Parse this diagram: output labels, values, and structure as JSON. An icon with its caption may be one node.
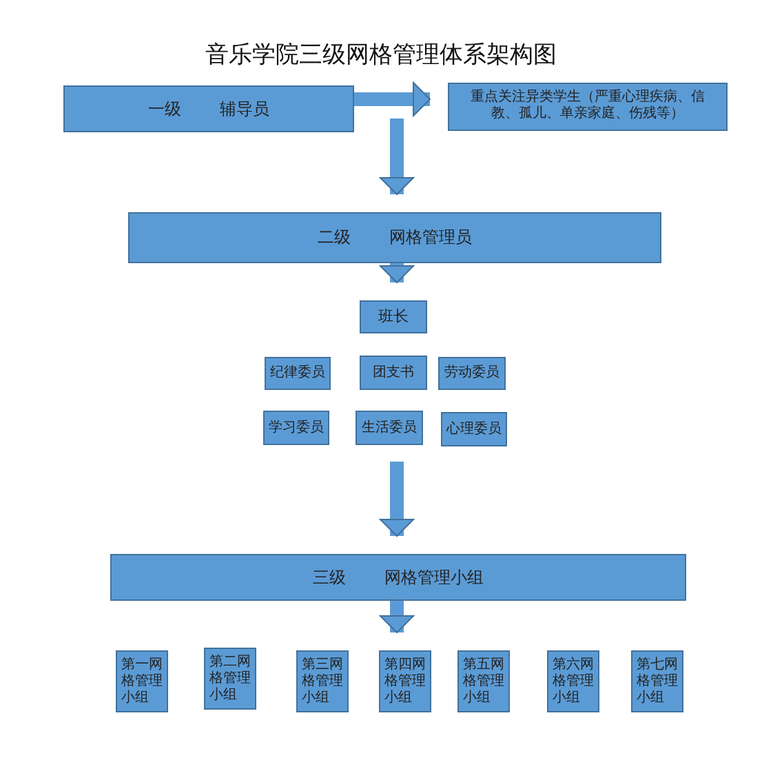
{
  "diagram": {
    "title": "音乐学院三级网格管理体系架构图",
    "nodes": [
      {
        "text": [
          "一级 辅导员"
        ]
      },
      {
        "text": [
          "重点关注异类学生（严重心理疾病、信教、孤儿、单亲家庭、伤残等）"
        ]
      },
      {
        "text": [
          "二级 网格管理员"
        ]
      },
      {
        "text": [
          "班长"
        ]
      },
      {
        "text": [
          "纪律委员"
        ]
      },
      {
        "text": [
          "团支书"
        ]
      },
      {
        "text": [
          "劳动委员"
        ]
      },
      {
        "text": [
          "学习委员"
        ]
      },
      {
        "text": [
          "生活委员"
        ]
      },
      {
        "text": [
          "心理委员"
        ]
      },
      {
        "text": [
          "三级 网格管理小组"
        ]
      },
      {
        "text": [
          "第一网格管理小组"
        ]
      },
      {
        "text": [
          "第二网格管理小组"
        ]
      },
      {
        "text": [
          "第三网格管理小组"
        ]
      },
      {
        "text": [
          "第四网格管理小组"
        ]
      },
      {
        "text": [
          "第五网格管理小组"
        ]
      },
      {
        "text": [
          "第六网格管理小组"
        ]
      },
      {
        "text": [
          "第七网格管理小组"
        ]
      }
    ],
    "edges": [
      {
        "from": 0,
        "to": 1,
        "arrow": "to"
      },
      {
        "from": null,
        "to": 2,
        "arrow": "to"
      },
      {
        "from": 2,
        "to": 3,
        "arrow": "to"
      },
      {
        "from": 8,
        "to": 10,
        "arrow": "to"
      },
      {
        "from": 10,
        "to": 14,
        "arrow": "to"
      }
    ]
  }
}
